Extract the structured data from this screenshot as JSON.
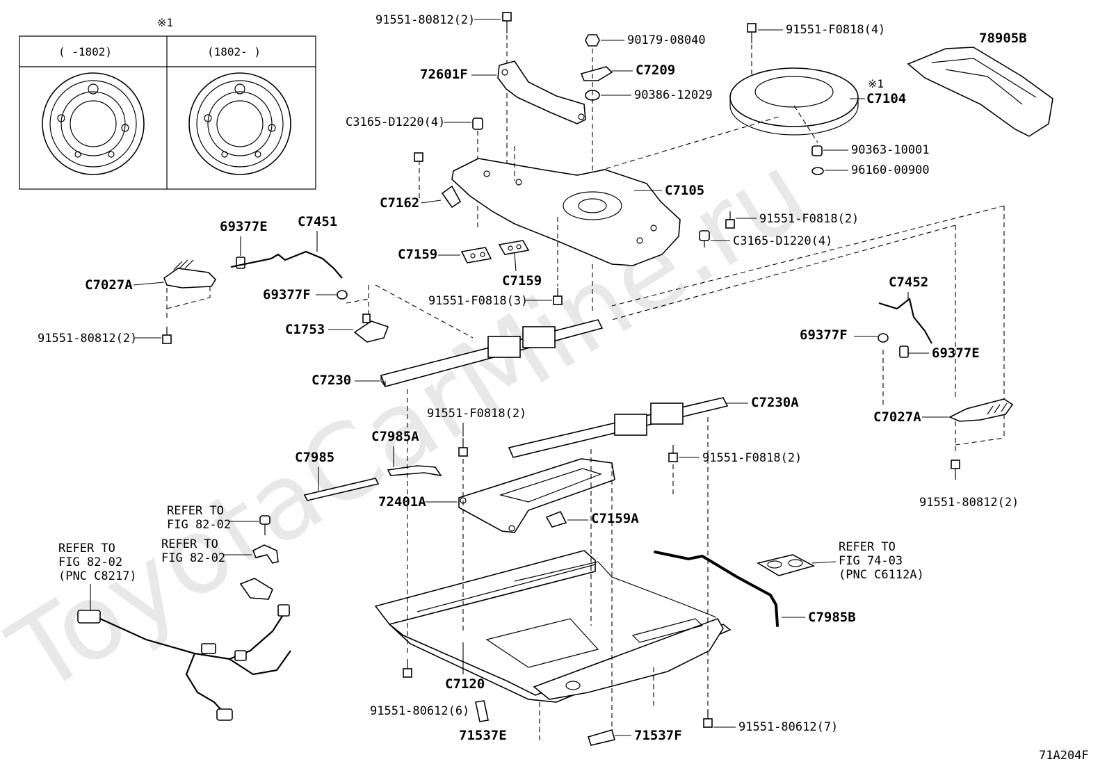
{
  "watermark": "ToyotaCarMine.ru",
  "figure_code": "71A204F",
  "inset": {
    "note_mark": "※1",
    "left_header": "(   -1802)",
    "right_header": "(1802-   )"
  },
  "labels": {
    "p91551_80812_top": "91551-80812(2)",
    "p90179_08040": "90179-08040",
    "p91551_F0818_4": "91551-F0818(4)",
    "p78905B": "78905B",
    "p72601F": "72601F",
    "pC7209": "C7209",
    "p90386_12029": "90386-12029",
    "p_note_mark2": "※1",
    "pC7104": "C7104",
    "pC3165_D1220_4_top": "C3165-D1220(4)",
    "p90363_10001": "90363-10001",
    "p96160_00900": "96160-00900",
    "pC7105": "C7105",
    "pC7162": "C7162",
    "p91551_F0818_2_top": "91551-F0818(2)",
    "pC3165_D1220_4_bot": "C3165-D1220(4)",
    "p69377E_left": "69377E",
    "pC7451": "C7451",
    "pC7159_a": "C7159",
    "pC7159_b": "C7159",
    "pC7027A_left": "C7027A",
    "p69377F_left": "69377F",
    "p91551_F0818_3": "91551-F0818(3)",
    "pC7452": "C7452",
    "p91551_80812_left": "91551-80812(2)",
    "pC1753": "C1753",
    "p69377F_right": "69377F",
    "p69377E_right": "69377E",
    "pC7230": "C7230",
    "pC7230A": "C7230A",
    "pC7027A_right": "C7027A",
    "p91551_F0818_2_mid": "91551-F0818(2)",
    "pC7985A": "C7985A",
    "pC7985": "C7985",
    "p91551_F0818_2_right": "91551-F0818(2)",
    "p91551_80812_right": "91551-80812(2)",
    "p72401A": "72401A",
    "pC7159A": "C7159A",
    "pC7985B": "C7985B",
    "pC7120": "C7120",
    "p91551_80612_6": "91551-80612(6)",
    "p71537E": "71537E",
    "p71537F": "71537F",
    "p91551_80612_7": "91551-80612(7)"
  },
  "refer_notes": {
    "ref1_l1": "REFER TO",
    "ref1_l2": "FIG 82-02",
    "ref2_l1": "REFER TO",
    "ref2_l2": "FIG 82-02",
    "ref3_l1": "REFER TO",
    "ref3_l2": "FIG 82-02",
    "ref3_l3": "(PNC C8217)",
    "ref4_l1": "REFER TO",
    "ref4_l2": "FIG 74-03",
    "ref4_l3": "(PNC C6112A)"
  }
}
